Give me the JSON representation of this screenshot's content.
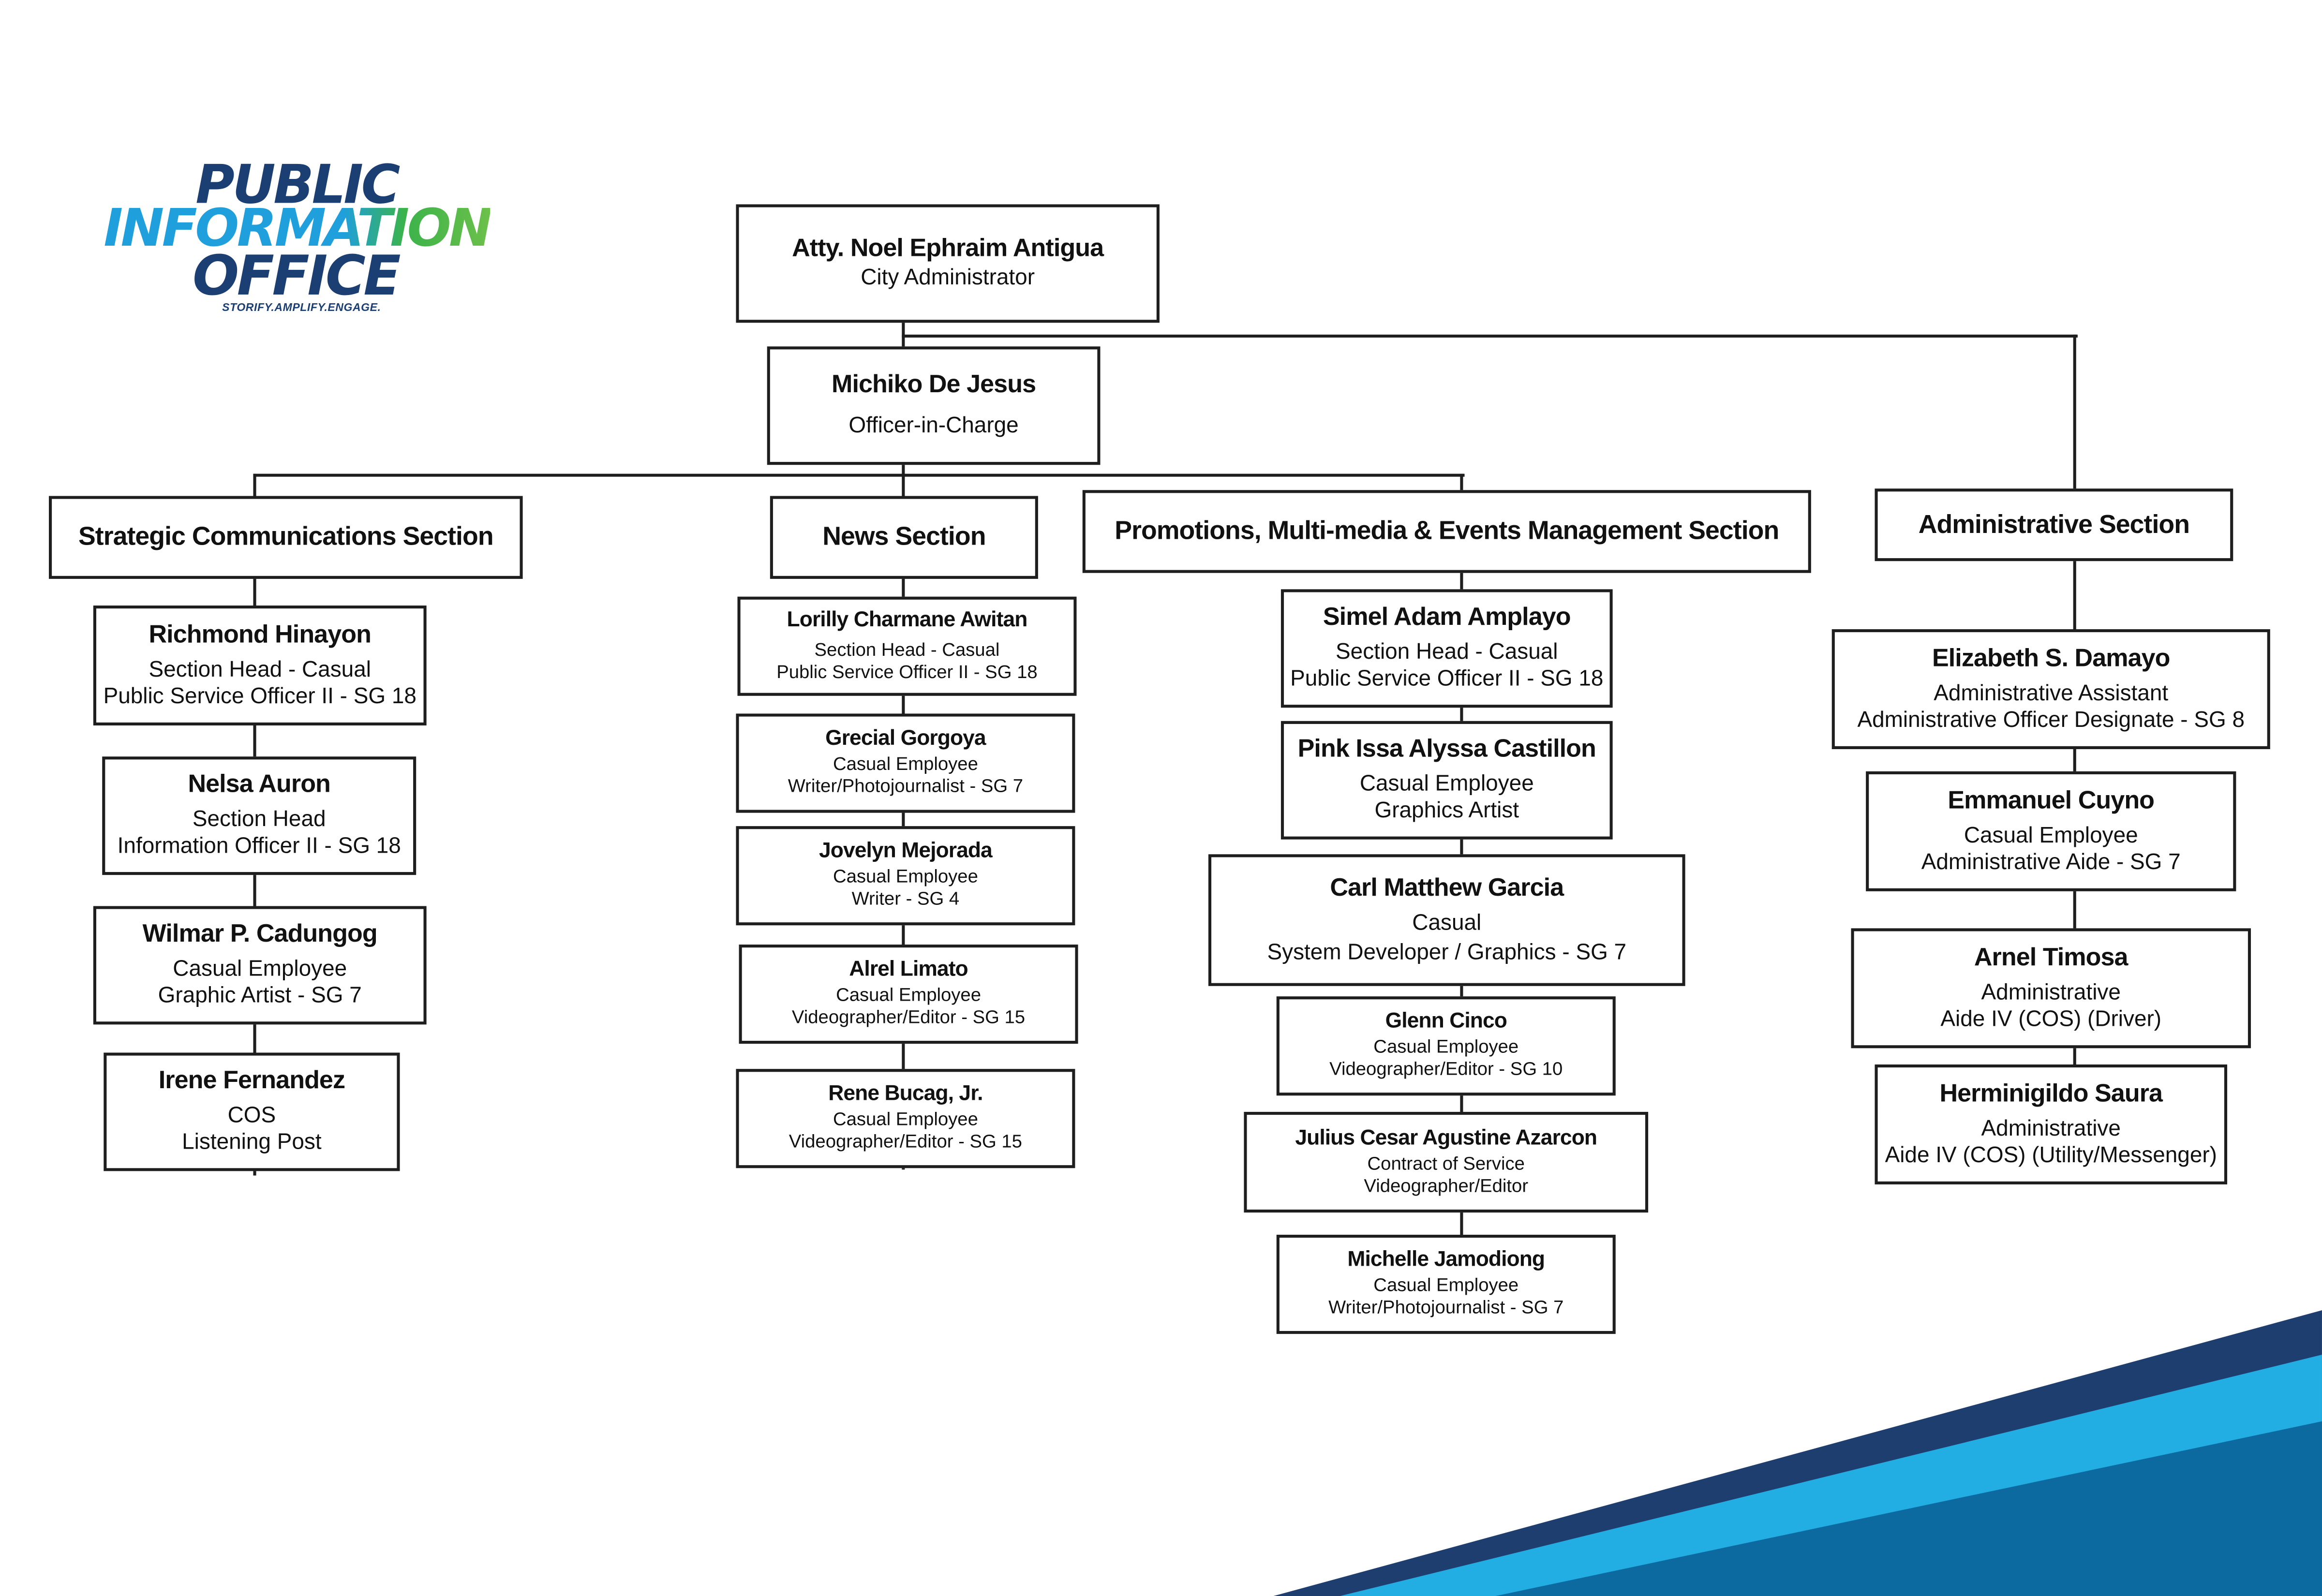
{
  "logo": {
    "line1": "PUBLIC",
    "line2": "INFORMATION",
    "line3": "OFFICE",
    "tagline": "STORIFY.AMPLIFY.ENGAGE."
  },
  "colors": {
    "navy": "#1b3e73",
    "sky": "#1fa0dc",
    "green": "#3bb34a",
    "swoosh_dark": "#1d3e6e",
    "swoosh_light": "#23aee3",
    "swoosh_mid": "#0d6aa0"
  },
  "top": {
    "admin": {
      "name": "Atty. Noel Ephraim Antigua",
      "title": "City Administrator"
    },
    "oic": {
      "name": "Michiko De Jesus",
      "title": "Officer-in-Charge"
    }
  },
  "sections": {
    "strategic": "Strategic Communications Section",
    "news": "News Section",
    "promotions": "Promotions, Multi-media & Events Management Section",
    "administrative": "Administrative Section"
  },
  "strategic": [
    {
      "name": "Richmond Hinayon",
      "line1": "Section Head - Casual",
      "line2": "Public Service Officer II - SG 18"
    },
    {
      "name": "Nelsa Auron",
      "line1": "Section Head",
      "line2": "Information Officer II - SG 18"
    },
    {
      "name": "Wilmar P. Cadungog",
      "line1": "Casual Employee",
      "line2": "Graphic Artist - SG 7"
    },
    {
      "name": "Irene Fernandez",
      "line1": "COS",
      "line2": "Listening Post"
    }
  ],
  "news": [
    {
      "name": "Lorilly Charmane Awitan",
      "line1": "Section Head - Casual",
      "line2": "Public Service Officer II - SG 18"
    },
    {
      "name": "Grecial Gorgoya",
      "line1": "Casual Employee",
      "line2": "Writer/Photojournalist - SG 7"
    },
    {
      "name": "Jovelyn Mejorada",
      "line1": "Casual Employee",
      "line2": "Writer - SG 4"
    },
    {
      "name": "Alrel Limato",
      "line1": "Casual Employee",
      "line2": "Videographer/Editor - SG 15"
    },
    {
      "name": "Rene Bucag, Jr.",
      "line1": "Casual Employee",
      "line2": "Videographer/Editor - SG 15"
    }
  ],
  "promotions": [
    {
      "name": "Simel Adam Amplayo",
      "line1": "Section Head - Casual",
      "line2": "Public Service Officer II - SG 18"
    },
    {
      "name": "Pink Issa Alyssa Castillon",
      "line1": "Casual Employee",
      "line2": "Graphics Artist"
    },
    {
      "name": "Carl Matthew Garcia",
      "line1": "Casual",
      "line2": "System Developer / Graphics  - SG 7"
    },
    {
      "name": "Glenn Cinco",
      "line1": "Casual Employee",
      "line2": "Videographer/Editor - SG 10"
    },
    {
      "name": "Julius Cesar Agustine Azarcon",
      "line1": "Contract of Service",
      "line2": "Videographer/Editor"
    },
    {
      "name": "Michelle Jamodiong",
      "line1": "Casual Employee",
      "line2": "Writer/Photojournalist - SG 7"
    }
  ],
  "administrative": [
    {
      "name": "Elizabeth S. Damayo",
      "line1": "Administrative Assistant",
      "line2": "Administrative Officer Designate - SG 8"
    },
    {
      "name": "Emmanuel Cuyno",
      "line1": "Casual Employee",
      "line2": "Administrative Aide - SG 7"
    },
    {
      "name": "Arnel Timosa",
      "line1": "Administrative",
      "line2": "Aide IV (COS) (Driver)"
    },
    {
      "name": "Herminigildo Saura",
      "line1": "Administrative",
      "line2": "Aide IV (COS) (Utility/Messenger)"
    }
  ]
}
